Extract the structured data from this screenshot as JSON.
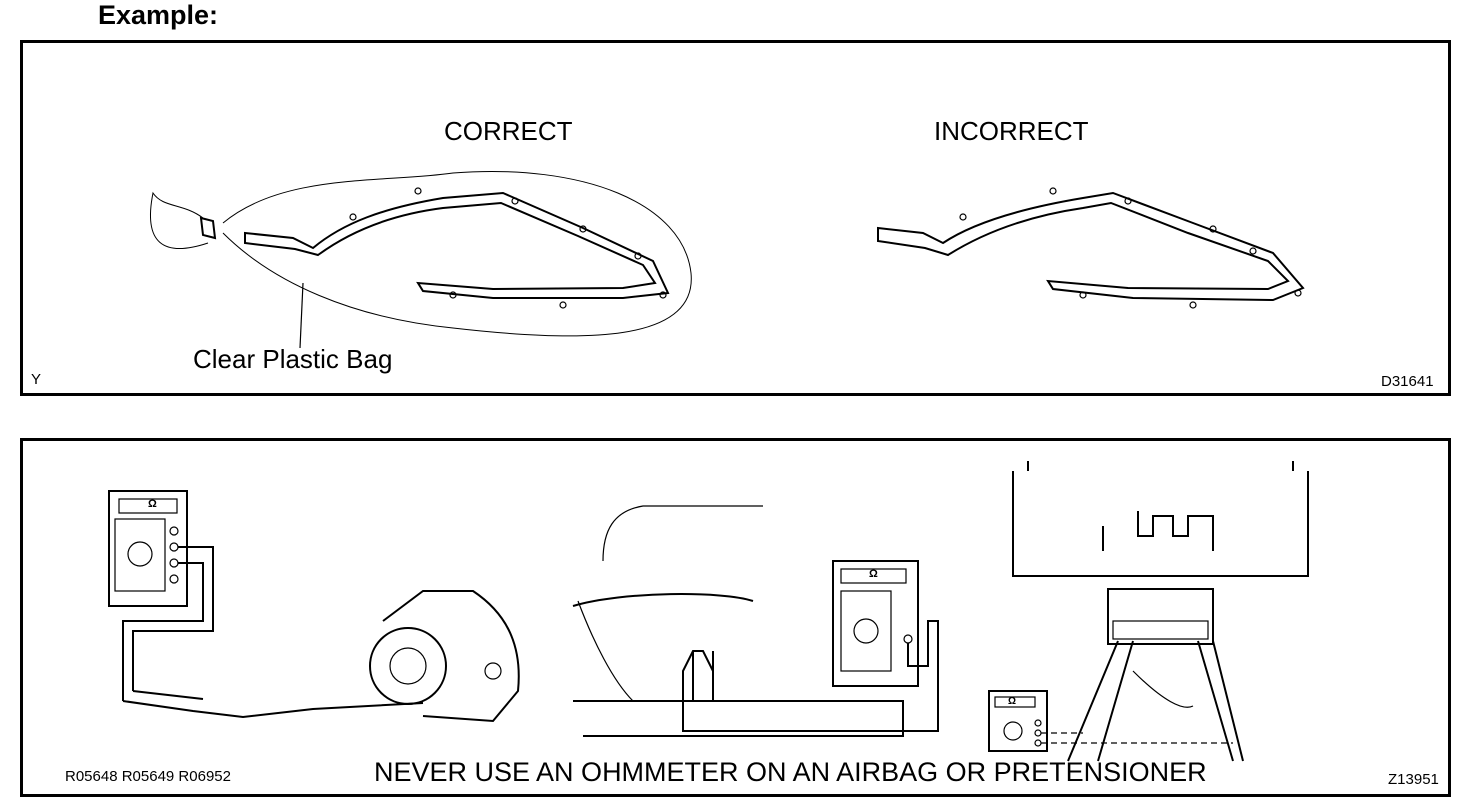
{
  "heading": "Example:",
  "top_panel": {
    "label_correct": "CORRECT",
    "label_incorrect": "INCORRECT",
    "callout": "Clear Plastic Bag",
    "corner_left": "Y",
    "figure_code": "D31641"
  },
  "bottom_panel": {
    "codes": "R05648 R05649 R06952",
    "warning": "NEVER USE AN OHMMETER ON AN AIRBAG OR PRETENSIONER",
    "figure_code": "Z13951",
    "meter_symbol": "Ω"
  }
}
